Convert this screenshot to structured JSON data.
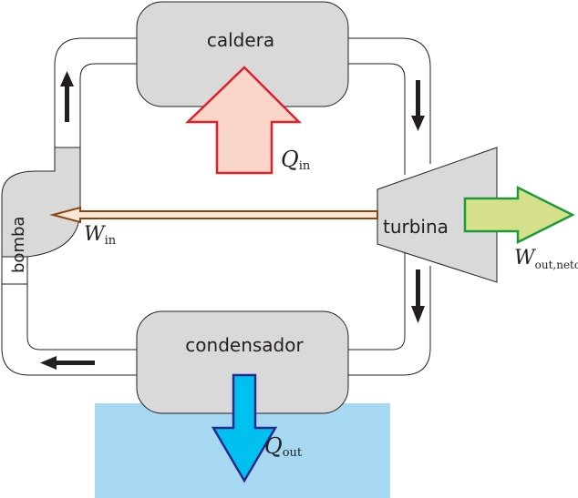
{
  "components": {
    "boiler": "caldera",
    "turbine": "turbina",
    "condenser": "condensador",
    "pump": "bomba"
  },
  "energy": {
    "q_in": {
      "symbol": "Q",
      "sub": "in"
    },
    "w_in": {
      "symbol": "W",
      "sub": "in"
    },
    "w_out": {
      "symbol": "W",
      "sub": "out,neto"
    },
    "q_out": {
      "symbol": "Q",
      "sub": "out"
    }
  },
  "colors": {
    "component_fill": "#d9d9d9",
    "component_stroke": "#231f20",
    "heat_in_fill": "#f8d5c8",
    "heat_in_stroke": "#e0202a",
    "work_out_fill": "#d6e08a",
    "work_out_stroke": "#1f9a3a",
    "heat_out_fill": "#00c0f0",
    "heat_out_stroke": "#2a2a8c",
    "work_in_fill": "#fbe7d6",
    "work_in_stroke": "#8b4513",
    "water": "#a7d8f2"
  }
}
